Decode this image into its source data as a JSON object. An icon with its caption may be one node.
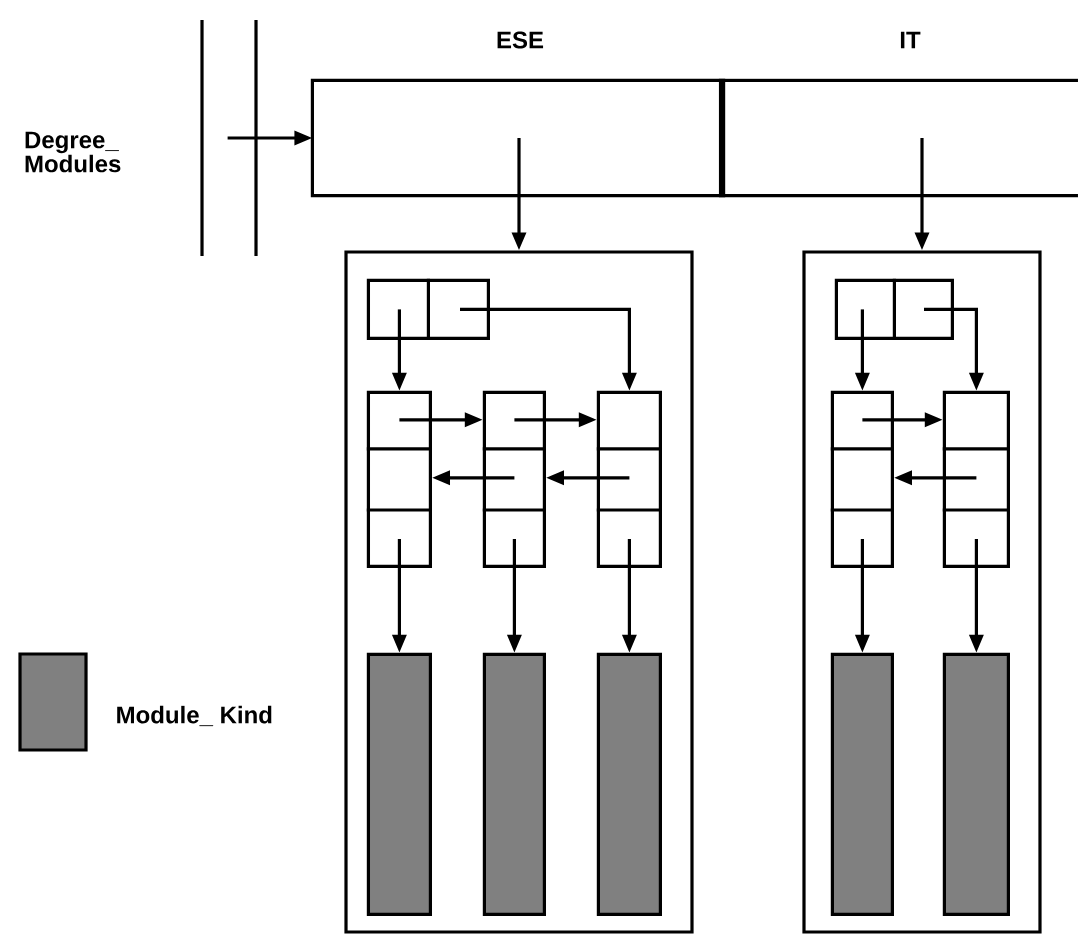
{
  "diagram": {
    "nodes": [
      {
        "text": [
          "Degree_ Modules"
        ]
      },
      {
        "text": [
          "ESE"
        ]
      },
      {
        "text": [
          "IT"
        ]
      },
      {
        "text": [],
        "shape": "box"
      },
      {
        "text": [],
        "shape": "box",
        "in": 3
      },
      {
        "text": [],
        "shape": "box",
        "in": 3
      },
      {
        "text": [],
        "shape": "box",
        "in": 3
      },
      {
        "text": [],
        "shape": "box",
        "in": 3
      },
      {
        "text": [],
        "shape": "bar",
        "in": 3
      },
      {
        "text": [],
        "shape": "bar",
        "in": 3
      },
      {
        "text": [],
        "shape": "bar",
        "in": 3
      },
      {
        "text": [],
        "shape": "box"
      },
      {
        "text": [],
        "shape": "box",
        "in": 11
      },
      {
        "text": [],
        "shape": "box",
        "in": 11
      },
      {
        "text": [],
        "shape": "box",
        "in": 11
      },
      {
        "text": [],
        "shape": "bar",
        "in": 11
      },
      {
        "text": [],
        "shape": "bar",
        "in": 11
      }
    ],
    "edges": [
      {
        "from": 0,
        "to": 1,
        "arrow": "to"
      },
      {
        "from": 1,
        "to": 3,
        "arrow": "to"
      },
      {
        "from": 2,
        "to": 11,
        "arrow": "to"
      },
      {
        "from": 4,
        "to": 5,
        "arrow": "to"
      },
      {
        "from": 4,
        "to": 7,
        "arrow": "to"
      },
      {
        "from": 5,
        "to": 6,
        "arrow": "to"
      },
      {
        "from": 6,
        "to": 7,
        "arrow": "to"
      },
      {
        "from": 7,
        "to": 6,
        "arrow": "to"
      },
      {
        "from": 6,
        "to": 5,
        "arrow": "to"
      },
      {
        "from": 5,
        "to": 8,
        "arrow": "to"
      },
      {
        "from": 6,
        "to": 9,
        "arrow": "to"
      },
      {
        "from": 7,
        "to": 10,
        "arrow": "to"
      },
      {
        "from": 12,
        "to": 13,
        "arrow": "to"
      },
      {
        "from": 12,
        "to": 14,
        "arrow": "to"
      },
      {
        "from": 13,
        "to": 14,
        "arrow": "to"
      },
      {
        "from": 14,
        "to": 13,
        "arrow": "to"
      },
      {
        "from": 13,
        "to": 15,
        "arrow": "to"
      },
      {
        "from": 14,
        "to": 16,
        "arrow": "to"
      }
    ],
    "legend": [
      {
        "text": "Module_ Kind"
      }
    ]
  }
}
